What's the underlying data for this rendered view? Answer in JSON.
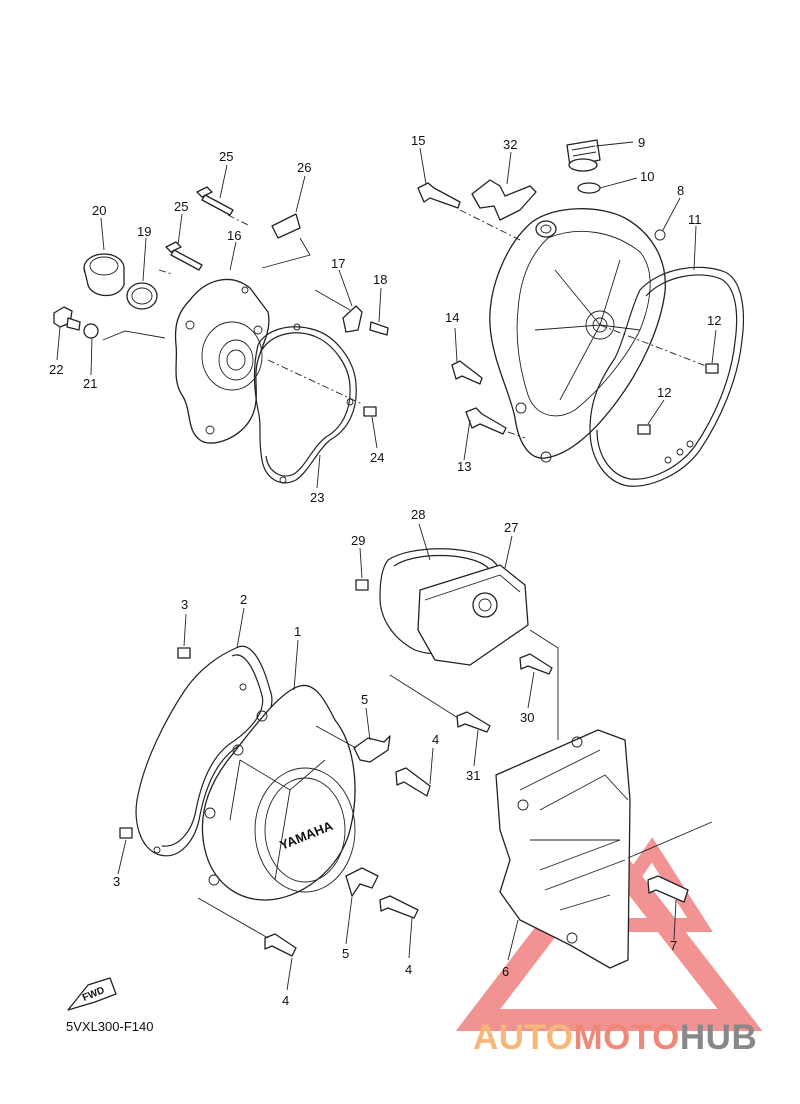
{
  "diagram_code": "5VXL300-F140",
  "fwd_label": "FWD",
  "cover_text": "YAMAHA",
  "watermark": {
    "part1": "AUTO",
    "part2": "MOTO",
    "part3": "HUB",
    "color1": "#f5b878",
    "color2": "#f08878",
    "color3": "#888888",
    "triangle_color": "#f08080"
  },
  "callouts": {
    "c1": "1",
    "c2": "2",
    "c3a": "3",
    "c3b": "3",
    "c4a": "4",
    "c4b": "4",
    "c4c": "4",
    "c5a": "5",
    "c5b": "5",
    "c6": "6",
    "c7": "7",
    "c8": "8",
    "c9": "9",
    "c10": "10",
    "c11": "11",
    "c12a": "12",
    "c12b": "12",
    "c13": "13",
    "c14": "14",
    "c15": "15",
    "c16": "16",
    "c17": "17",
    "c18": "18",
    "c19": "19",
    "c20": "20",
    "c21": "21",
    "c22": "22",
    "c23": "23",
    "c24": "24",
    "c25a": "25",
    "c25b": "25",
    "c26": "26",
    "c27": "27",
    "c28": "28",
    "c29": "29",
    "c30": "30",
    "c31": "31",
    "c32": "32"
  }
}
